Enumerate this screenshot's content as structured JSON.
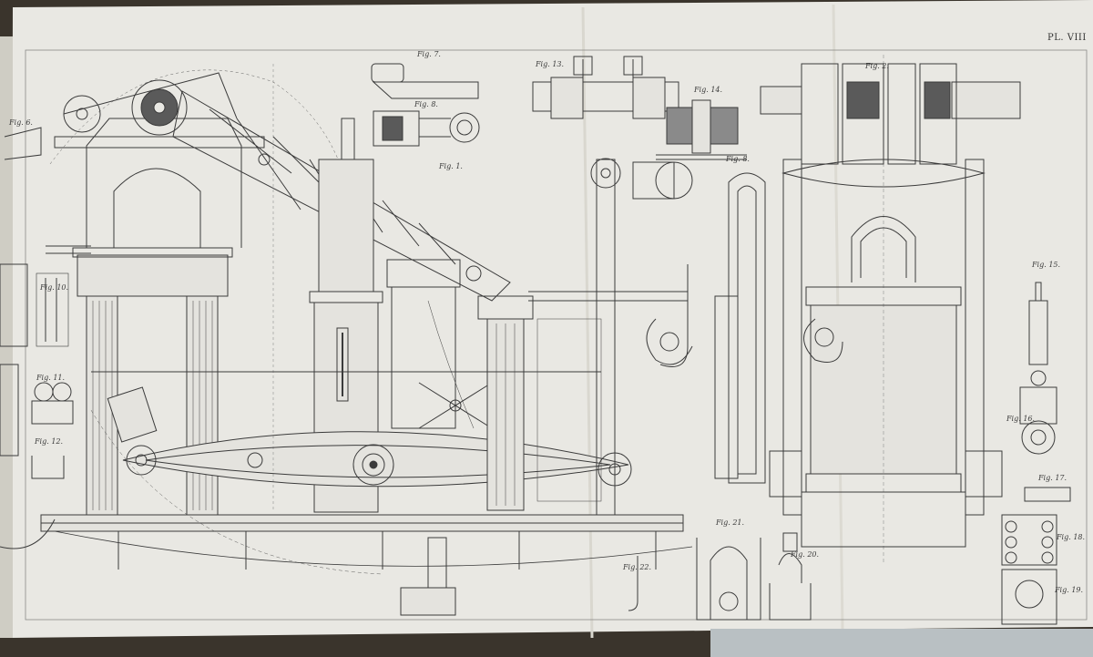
{
  "plate": {
    "number_label": "PL. VIII",
    "credit_left": "",
    "credit_right": ""
  },
  "colors": {
    "paper": "#e9e8e3",
    "paper_shadow": "#d5d4cd",
    "ink": "#3b3b3b",
    "background": "#3a342c"
  },
  "figures": [
    {
      "id": "fig-1",
      "label": "Fig. 1."
    },
    {
      "id": "fig-2",
      "label": "Fig. 2."
    },
    {
      "id": "fig-6",
      "label": "Fig. 6."
    },
    {
      "id": "fig-7",
      "label": "Fig. 7."
    },
    {
      "id": "fig-8a",
      "label": "Fig. 8."
    },
    {
      "id": "fig-8b",
      "label": "Fig. 8."
    },
    {
      "id": "fig-10",
      "label": "Fig. 10."
    },
    {
      "id": "fig-11",
      "label": "Fig. 11."
    },
    {
      "id": "fig-12",
      "label": "Fig. 12."
    },
    {
      "id": "fig-13",
      "label": "Fig. 13."
    },
    {
      "id": "fig-14",
      "label": "Fig. 14."
    },
    {
      "id": "fig-15",
      "label": "Fig. 15."
    },
    {
      "id": "fig-16",
      "label": "Fig. 16."
    },
    {
      "id": "fig-17",
      "label": "Fig. 17."
    },
    {
      "id": "fig-18",
      "label": "Fig. 18."
    },
    {
      "id": "fig-19",
      "label": "Fig. 19."
    },
    {
      "id": "fig-20",
      "label": "Fig. 20."
    },
    {
      "id": "fig-21",
      "label": "Fig. 21."
    },
    {
      "id": "fig-22",
      "label": "Fig. 22."
    }
  ]
}
